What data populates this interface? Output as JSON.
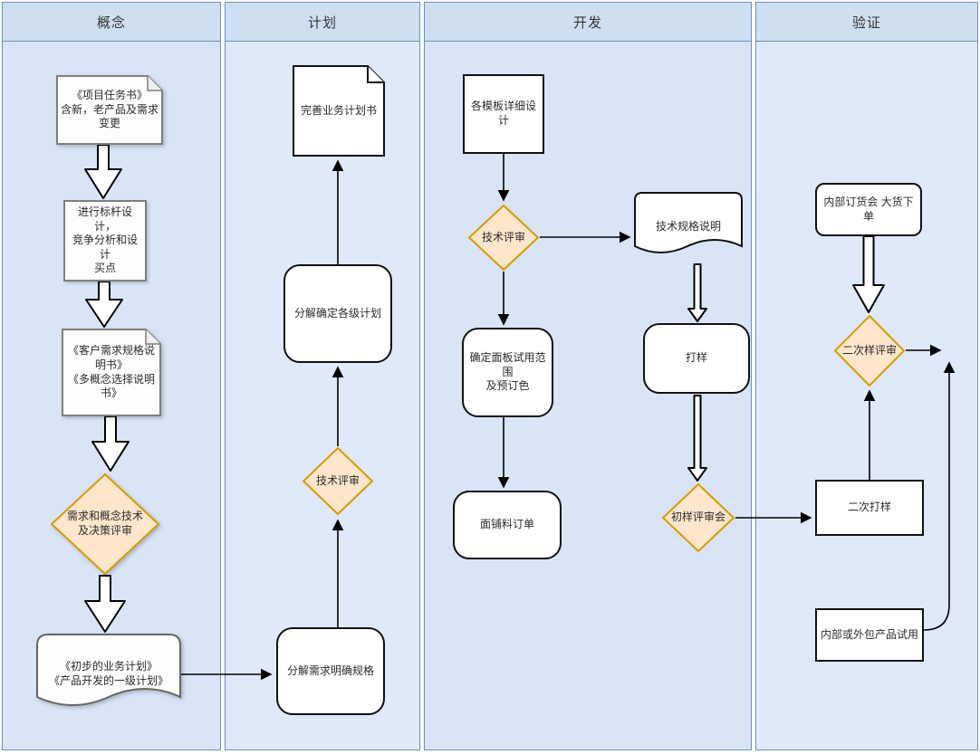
{
  "lanes": [
    {
      "label": "概念"
    },
    {
      "label": "计划"
    },
    {
      "label": "开发"
    },
    {
      "label": "验证"
    }
  ],
  "nodes": {
    "project_charter": {
      "type": "note",
      "lane": "概念",
      "label": "《项目任务书》\n含新，老产品及需求\n变更"
    },
    "benchmark_design": {
      "type": "process",
      "lane": "概念",
      "label": "进行标杆设计，\n竞争分析和设计\n买点"
    },
    "customer_requirement_spec": {
      "type": "note",
      "lane": "概念",
      "label": "《客户需求规格说\n明书》\n《多概念选择说明\n书》"
    },
    "concept_decision_review": {
      "type": "decision",
      "lane": "概念",
      "label": "需求和概念技术\n及决策评审"
    },
    "preliminary_business_plan": {
      "type": "document",
      "lane": "概念",
      "label": "《初步的业务计划》\n《产品开发的一级计划》"
    },
    "complete_business_plan": {
      "type": "note",
      "lane": "计划",
      "label": "完善业务计划书"
    },
    "decompose_level_plans": {
      "type": "rounded",
      "lane": "计划",
      "label": "分解确定各级计划"
    },
    "plan_tech_review": {
      "type": "decision",
      "lane": "计划",
      "label": "技术评审"
    },
    "decompose_requirements": {
      "type": "rounded",
      "lane": "计划",
      "label": "分解需求明确规格"
    },
    "template_detail_design": {
      "type": "process",
      "lane": "开发",
      "label": "各模板详细设计"
    },
    "dev_tech_review": {
      "type": "decision",
      "lane": "开发",
      "label": "技术评审"
    },
    "tech_spec_note": {
      "type": "document",
      "lane": "开发",
      "label": "技术规格说明"
    },
    "panel_trial_scope": {
      "type": "rounded",
      "lane": "开发",
      "label": "确定面板试用范围\n及预订色"
    },
    "sampling": {
      "type": "rounded",
      "lane": "开发",
      "label": "打样"
    },
    "fabric_material_order": {
      "type": "rounded",
      "lane": "开发",
      "label": "面铺料订单"
    },
    "first_sample_review": {
      "type": "decision",
      "lane": "开发",
      "label": "初样评审会"
    },
    "internal_order_meeting": {
      "type": "rounded",
      "lane": "验证",
      "label": "内部订货会  大货下\n单"
    },
    "second_sample_review": {
      "type": "decision",
      "lane": "验证",
      "label": "二次样评审"
    },
    "second_sampling": {
      "type": "process",
      "lane": "验证",
      "label": "二次打样"
    },
    "internal_outsourced_trial": {
      "type": "process",
      "lane": "验证",
      "label": "内部或外包产品试用"
    }
  },
  "edges": [
    {
      "from": "project_charter",
      "to": "benchmark_design",
      "style": "block-arrow"
    },
    {
      "from": "benchmark_design",
      "to": "customer_requirement_spec",
      "style": "block-arrow"
    },
    {
      "from": "customer_requirement_spec",
      "to": "concept_decision_review",
      "style": "block-arrow"
    },
    {
      "from": "concept_decision_review",
      "to": "preliminary_business_plan",
      "style": "block-arrow"
    },
    {
      "from": "preliminary_business_plan",
      "to": "decompose_requirements",
      "style": "thin-arrow"
    },
    {
      "from": "decompose_requirements",
      "to": "plan_tech_review",
      "style": "thin-arrow"
    },
    {
      "from": "plan_tech_review",
      "to": "decompose_level_plans",
      "style": "thin-arrow"
    },
    {
      "from": "decompose_level_plans",
      "to": "complete_business_plan",
      "style": "thin-arrow"
    },
    {
      "from": "template_detail_design",
      "to": "dev_tech_review",
      "style": "thin-arrow"
    },
    {
      "from": "dev_tech_review",
      "to": "tech_spec_note",
      "style": "thin-arrow"
    },
    {
      "from": "dev_tech_review",
      "to": "panel_trial_scope",
      "style": "thin-arrow"
    },
    {
      "from": "panel_trial_scope",
      "to": "fabric_material_order",
      "style": "thin-arrow"
    },
    {
      "from": "tech_spec_note",
      "to": "sampling",
      "style": "block-arrow"
    },
    {
      "from": "sampling",
      "to": "first_sample_review",
      "style": "block-arrow"
    },
    {
      "from": "first_sample_review",
      "to": "second_sampling",
      "style": "thin-arrow"
    },
    {
      "from": "second_sampling",
      "to": "second_sample_review",
      "style": "thin-arrow"
    },
    {
      "from": "internal_order_meeting",
      "to": "second_sample_review",
      "style": "block-arrow"
    },
    {
      "from": "internal_outsourced_trial",
      "to": "second_sample_review",
      "style": "thin-arrow converging on right-side junction"
    }
  ],
  "theme": {
    "lane_header_fill": "#cfdff2",
    "lane_body_fill": "#d9e5f7",
    "lane_body_fill_alt": "#dfe9fa",
    "lane_border": "#6c8ebf",
    "decision_fill": "#ffe6cc",
    "decision_border": "#d79b00",
    "shape_fill": "#ffffff",
    "shape_border_dark": "#111111",
    "shape_border_gray": "#7f7f7f",
    "connector_color": "#000000"
  }
}
